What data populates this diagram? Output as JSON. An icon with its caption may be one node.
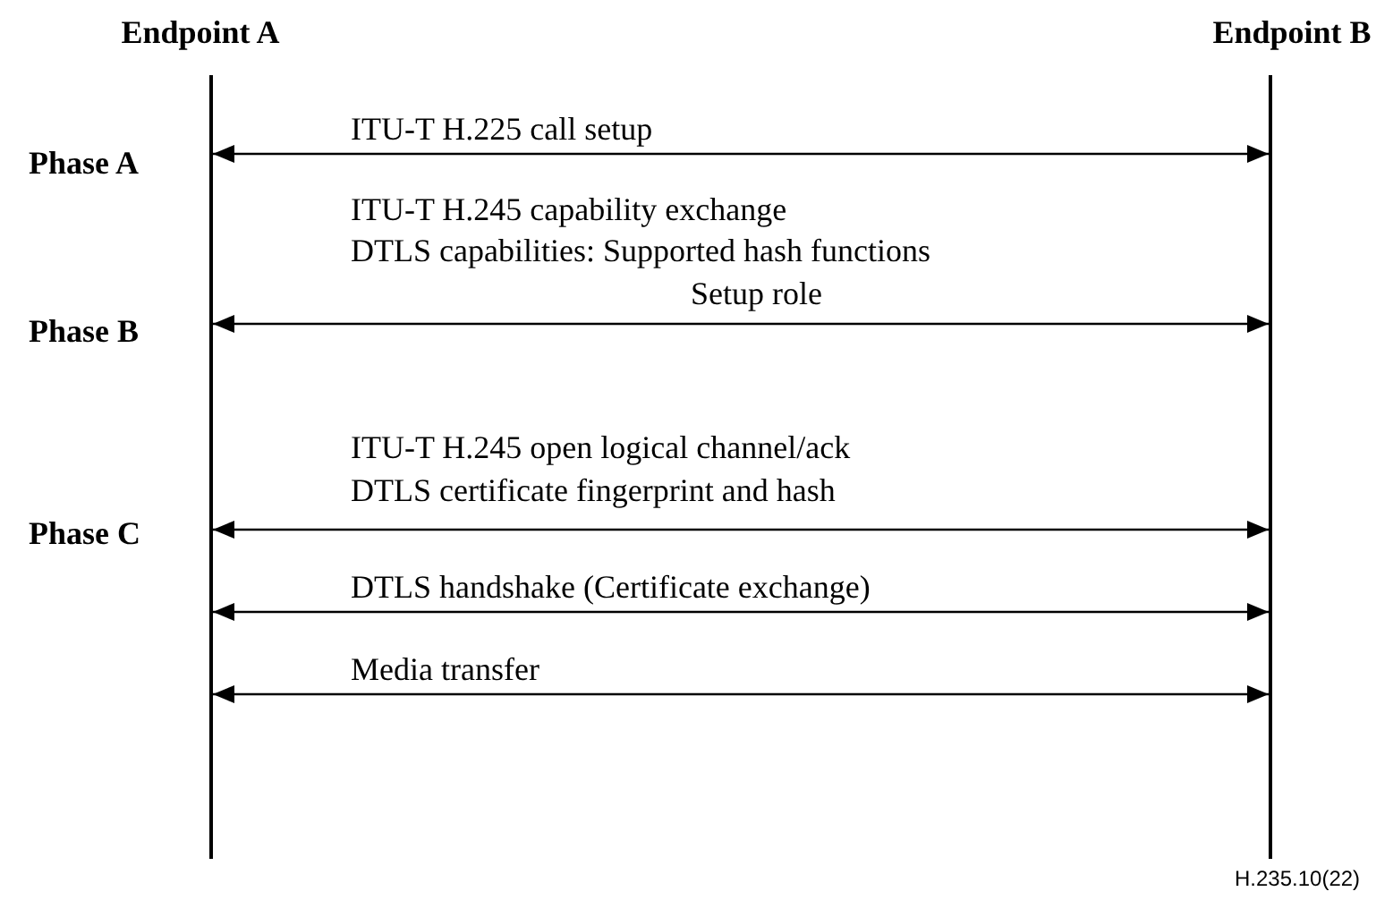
{
  "diagram": {
    "nodes": [
      {
        "text": [
          "Endpoint A"
        ]
      },
      {
        "text": [
          "Endpoint B"
        ]
      },
      {
        "text": [],
        "shape": "bar"
      },
      {
        "text": [],
        "shape": "bar"
      }
    ],
    "edges": [
      {
        "from": 2,
        "to": 3,
        "arrow": "both",
        "label": "ITU-T H.225 call setup"
      },
      {
        "from": 2,
        "to": 3,
        "arrow": "both",
        "label": "ITU-T H.245 capability exchange"
      },
      {
        "from": 2,
        "to": 3,
        "arrow": "both",
        "label": "ITU-T H.245 open logical channel/ack"
      },
      {
        "from": 2,
        "to": 3,
        "arrow": "both",
        "label": "DTLS handshake (Certificate exchange)"
      },
      {
        "from": 2,
        "to": 3,
        "arrow": "both",
        "label": "Media transfer"
      }
    ],
    "labels": [
      "Phase A",
      "DTLS capabilities: Supported hash functions",
      "Setup role",
      "Phase B",
      "DTLS certificate fingerprint and hash",
      "Phase C",
      "H.235.10(22)"
    ]
  }
}
